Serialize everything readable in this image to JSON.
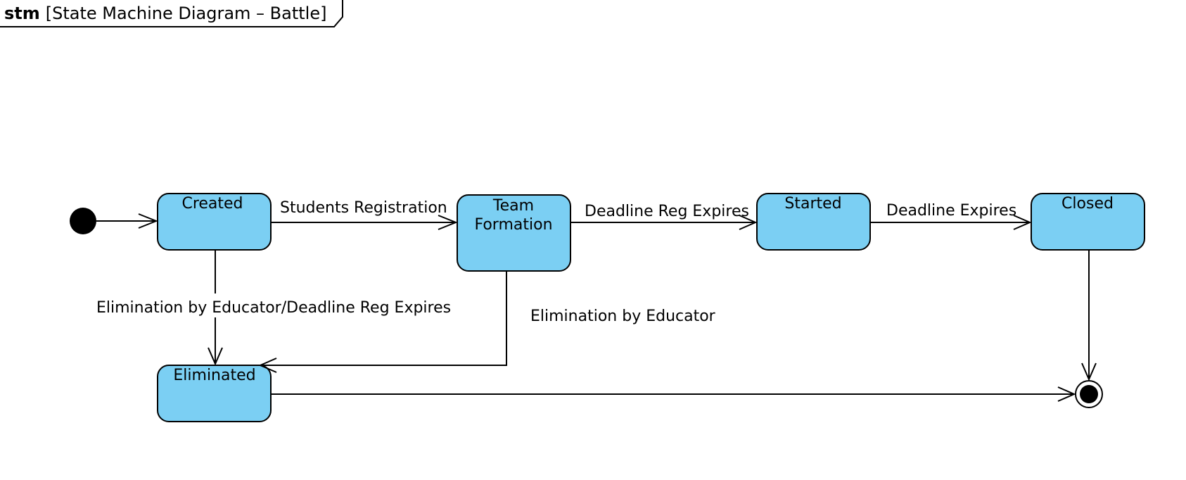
{
  "frame": {
    "keyword": "stm",
    "title": "[State Machine Diagram – Battle]"
  },
  "colors": {
    "state_fill": "#7bcff3",
    "line": "#000000",
    "background": "#ffffff"
  },
  "pseudostates": {
    "initial": "initial-state",
    "final": "final-state"
  },
  "states": {
    "created": {
      "label": "Created"
    },
    "team_formation": {
      "line1": "Team",
      "line2": "Formation"
    },
    "started": {
      "label": "Started"
    },
    "closed": {
      "label": "Closed"
    },
    "eliminated": {
      "label": "Eliminated"
    }
  },
  "transitions": {
    "students_registration": "Students Registration",
    "deadline_reg_expires": "Deadline Reg Expires",
    "deadline_expires": "Deadline Expires",
    "elimination_by_educator_deadline": "Elimination by Educator/Deadline Reg Expires",
    "elimination_by_educator": "Elimination by Educator"
  }
}
